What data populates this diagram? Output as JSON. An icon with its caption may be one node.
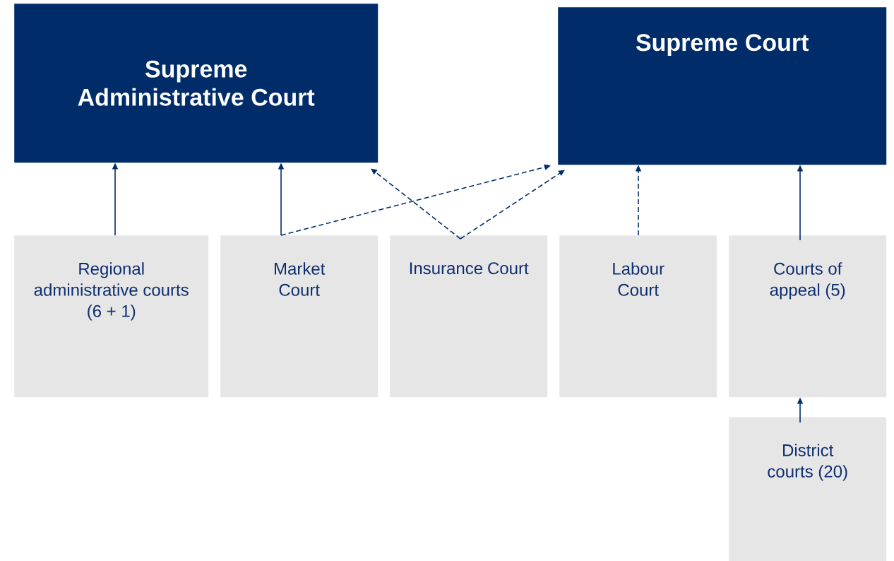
{
  "diagram": {
    "nodes": [
      {
        "text": [
          "Supreme Administrative Court"
        ]
      },
      {
        "text": [
          "Supreme Court"
        ]
      },
      {
        "text": [
          "Regional administrative courts (6 + 1)"
        ]
      },
      {
        "text": [
          "Market Court"
        ]
      },
      {
        "text": [
          "Insurance Court"
        ]
      },
      {
        "text": [
          "Labour Court"
        ]
      },
      {
        "text": [
          "Courts of appeal (5)"
        ]
      },
      {
        "text": [
          "District courts (20)"
        ]
      }
    ],
    "edges": [
      {
        "from": 2,
        "to": 0,
        "arrow": "to"
      },
      {
        "from": 3,
        "to": 0,
        "arrow": "to"
      },
      {
        "from": 3,
        "to": 1,
        "arrow": "to",
        "style": "dashed"
      },
      {
        "from": 4,
        "to": 0,
        "arrow": "to",
        "style": "dashed"
      },
      {
        "from": 4,
        "to": 1,
        "arrow": "to",
        "style": "dashed"
      },
      {
        "from": 5,
        "to": 1,
        "arrow": "to",
        "style": "dashed"
      },
      {
        "from": 6,
        "to": 1,
        "arrow": "to"
      },
      {
        "from": 7,
        "to": 6,
        "arrow": "to"
      }
    ]
  }
}
